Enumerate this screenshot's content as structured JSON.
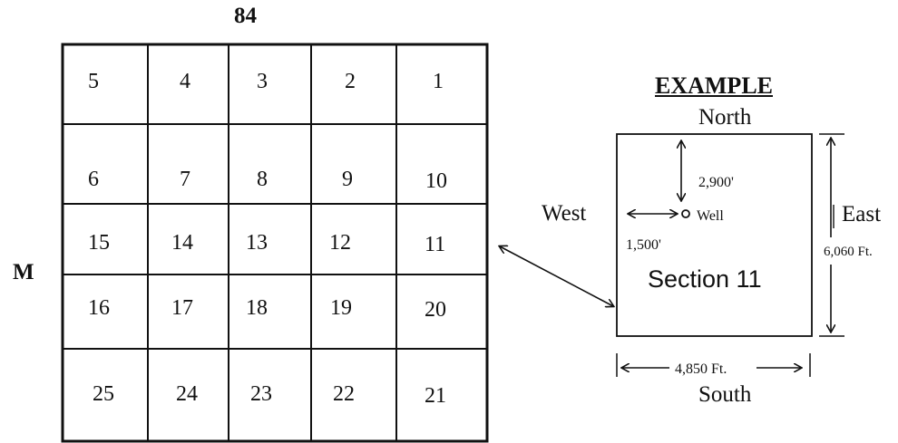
{
  "township_label": "84",
  "range_label": "M",
  "sections": [
    [
      "5",
      "4",
      "3",
      "2",
      "1"
    ],
    [
      "6",
      "7",
      "8",
      "9",
      "10"
    ],
    [
      "15",
      "14",
      "13",
      "12",
      "11"
    ],
    [
      "16",
      "17",
      "18",
      "19",
      "20"
    ],
    [
      "25",
      "24",
      "23",
      "22",
      "21"
    ]
  ],
  "example": {
    "title": "EXAMPLE",
    "north": "North",
    "south": "South",
    "east": "East",
    "west": "West",
    "ns_distance": "2,900'",
    "well_label": "Well",
    "ew_distance": "1,500'",
    "section_label": "Section 11",
    "height_label": "6,060 Ft.",
    "width_label": "4,850 Ft."
  }
}
